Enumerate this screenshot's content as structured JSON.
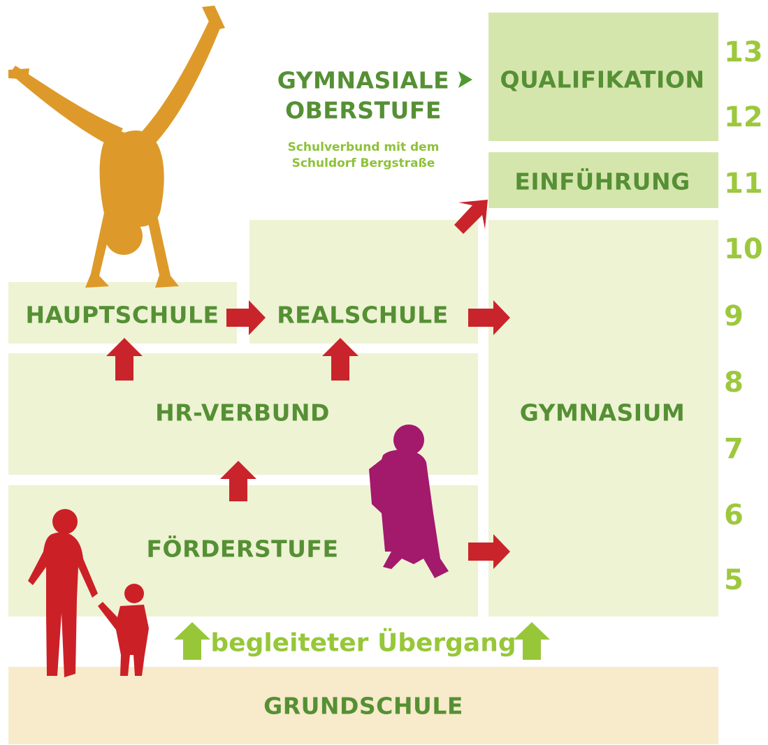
{
  "headline": {
    "line1": "GYMNASIALE",
    "line2": "OBERSTUFE"
  },
  "note": {
    "line1": "Schulverbund mit dem",
    "line2": "Schuldorf Bergstraße"
  },
  "boxes": {
    "qualifikation": "QUALIFIKATION",
    "einfuehrung": "EINFÜHRUNG",
    "hauptschule": "HAUPTSCHULE",
    "realschule": "REALSCHULE",
    "hr_verbund": "HR-VERBUND",
    "gymnasium": "GYMNASIUM",
    "foerderstufe": "FÖRDERSTUFE",
    "grundschule": "GRUNDSCHULE"
  },
  "transition_label": "begleiteter Übergang",
  "grades": [
    "13",
    "12",
    "11",
    "10",
    "9",
    "8",
    "7",
    "6",
    "5"
  ],
  "colors": {
    "box_light": "#eef3d4",
    "box_mid": "#d5e6ad",
    "box_sand": "#f7ebcb",
    "label_green": "#559034",
    "grade_green": "#9dc83e",
    "arrow_red": "#c9242b",
    "arrow_green": "#97c739",
    "figure_orange": "#dd9a2a",
    "figure_red": "#cc2027",
    "figure_magenta": "#a3196b"
  },
  "icons": [
    "cartwheel-figure-icon",
    "adult-and-child-figure-icon",
    "child-with-backpack-figure-icon",
    "red-arrow-icon",
    "green-up-arrow-icon",
    "green-triangle-arrow-icon"
  ]
}
